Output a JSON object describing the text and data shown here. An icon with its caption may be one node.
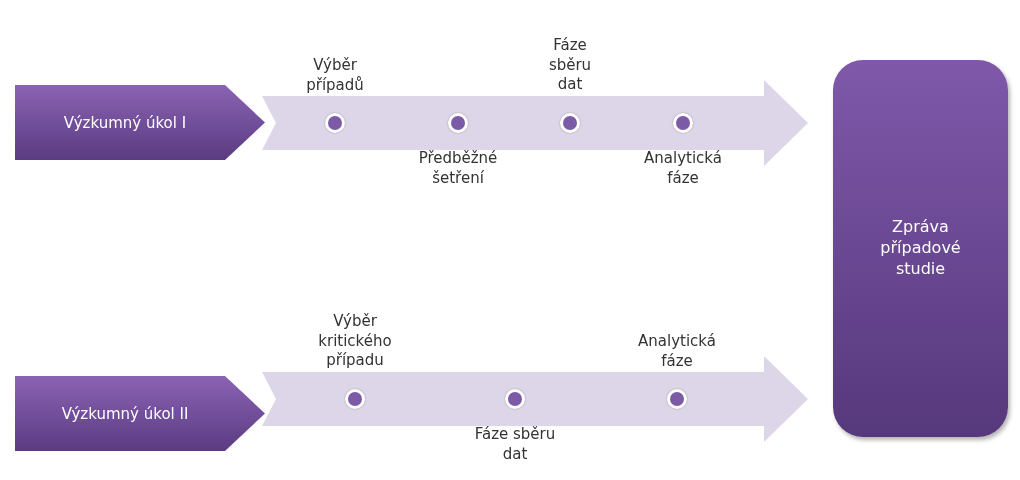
{
  "diagram": {
    "nodes": [
      {
        "text": [
          "Výzkumný úkol I"
        ]
      },
      {
        "text": [],
        "shape": "arrow"
      },
      {
        "text": [],
        "shape": "circle",
        "beside": [
          "Výběr případů"
        ],
        "in": 1
      },
      {
        "text": [],
        "shape": "circle",
        "beside": [
          "Předběžné šetření"
        ],
        "in": 1
      },
      {
        "text": [],
        "shape": "circle",
        "beside": [
          "Fáze sběru dat"
        ],
        "in": 1
      },
      {
        "text": [],
        "shape": "circle",
        "beside": [
          "Analytická fáze"
        ],
        "in": 1
      },
      {
        "text": [
          "Zpráva případové studie"
        ]
      },
      {
        "text": [
          "Výzkumný úkol II"
        ]
      },
      {
        "text": [],
        "shape": "arrow"
      },
      {
        "text": [],
        "shape": "circle",
        "beside": [
          "Výběr kritického případu"
        ],
        "in": 8
      },
      {
        "text": [],
        "shape": "circle",
        "beside": [
          "Fáze sběru dat"
        ],
        "in": 8
      },
      {
        "text": [],
        "shape": "circle",
        "beside": [
          "Analytická fáze"
        ],
        "in": 8
      }
    ]
  }
}
